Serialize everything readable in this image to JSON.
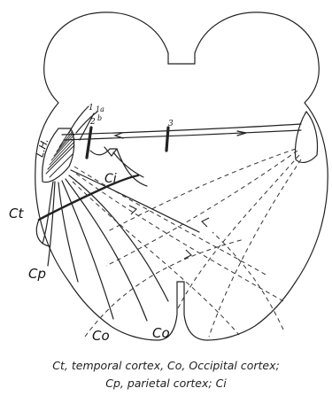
{
  "labels": {
    "lh": "L.H.",
    "ct": "Ct",
    "ci": "Ci",
    "cp": "Cp",
    "co_left": "Co",
    "co_right": "Co",
    "num1": "1",
    "num1a": "1a",
    "num1b": "b",
    "num2": "2",
    "num3": "3"
  },
  "caption": {
    "line1": "Ct, temporal cortex, Co, Occipital cortex;",
    "line2": "Cp, parietal cortex; Ci"
  }
}
